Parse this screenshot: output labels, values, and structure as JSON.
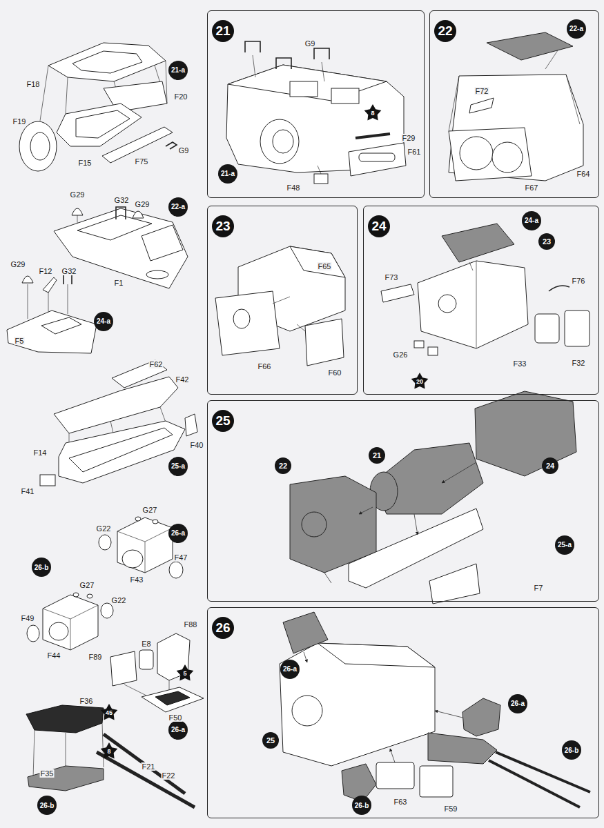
{
  "diagram": {
    "nodes": [
      {
        "text": [
          "21-a"
        ]
      },
      {
        "text": [
          "22-a"
        ]
      },
      {
        "text": [
          "24-a"
        ]
      },
      {
        "text": [
          "25-a"
        ]
      },
      {
        "text": [
          "26-a"
        ]
      },
      {
        "text": [
          "26-b"
        ]
      },
      {
        "text": [
          "5"
        ]
      },
      {
        "text": [
          "26-a"
        ]
      },
      {
        "text": [
          "45"
        ]
      },
      {
        "text": [
          "8"
        ]
      },
      {
        "text": [
          "26-b"
        ]
      },
      {
        "text": [
          "21"
        ]
      },
      {
        "text": [
          "21-a"
        ],
        "in": 11
      },
      {
        "text": [
          "8"
        ],
        "in": 11
      },
      {
        "text": [
          "22"
        ]
      },
      {
        "text": [
          "22-a"
        ],
        "in": 14
      },
      {
        "text": [
          "23"
        ]
      },
      {
        "text": [
          "24"
        ]
      },
      {
        "text": [
          "24-a"
        ],
        "in": 17
      },
      {
        "text": [
          "23"
        ],
        "in": 17
      },
      {
        "text": [
          "20"
        ],
        "in": 17
      },
      {
        "text": [
          "25"
        ]
      },
      {
        "text": [
          "22"
        ],
        "in": 21
      },
      {
        "text": [
          "21"
        ],
        "in": 21
      },
      {
        "text": [
          "24"
        ],
        "in": 21
      },
      {
        "text": [
          "25-a"
        ],
        "in": 21
      },
      {
        "text": [
          "26"
        ]
      },
      {
        "text": [
          "26-a"
        ],
        "in": 26
      },
      {
        "text": [
          "25"
        ],
        "in": 26
      },
      {
        "text": [
          "26-a"
        ],
        "in": 26
      },
      {
        "text": [
          "26-b"
        ],
        "in": 26
      },
      {
        "text": [
          "26-b"
        ],
        "in": 26
      }
    ],
    "labels": [
      "F18",
      "F20",
      "F19",
      "F15",
      "F75",
      "G9",
      "G29",
      "G32",
      "G29",
      "F1",
      "G29",
      "F12",
      "G32",
      "F5",
      "F62",
      "F42",
      "F40",
      "F14",
      "F41",
      "G27",
      "G22",
      "F43",
      "F47",
      "G27",
      "G22",
      "F49",
      "F44",
      "F88",
      "E8",
      "F89",
      "F50",
      "F36",
      "F35",
      "F21",
      "F22",
      "G9",
      "F29",
      "F61",
      "F48",
      "F72",
      "F64",
      "F67",
      "F65",
      "F66",
      "F60",
      "F73",
      "F76",
      "G26",
      "F33",
      "F32",
      "F7",
      "F63",
      "F59"
    ]
  }
}
